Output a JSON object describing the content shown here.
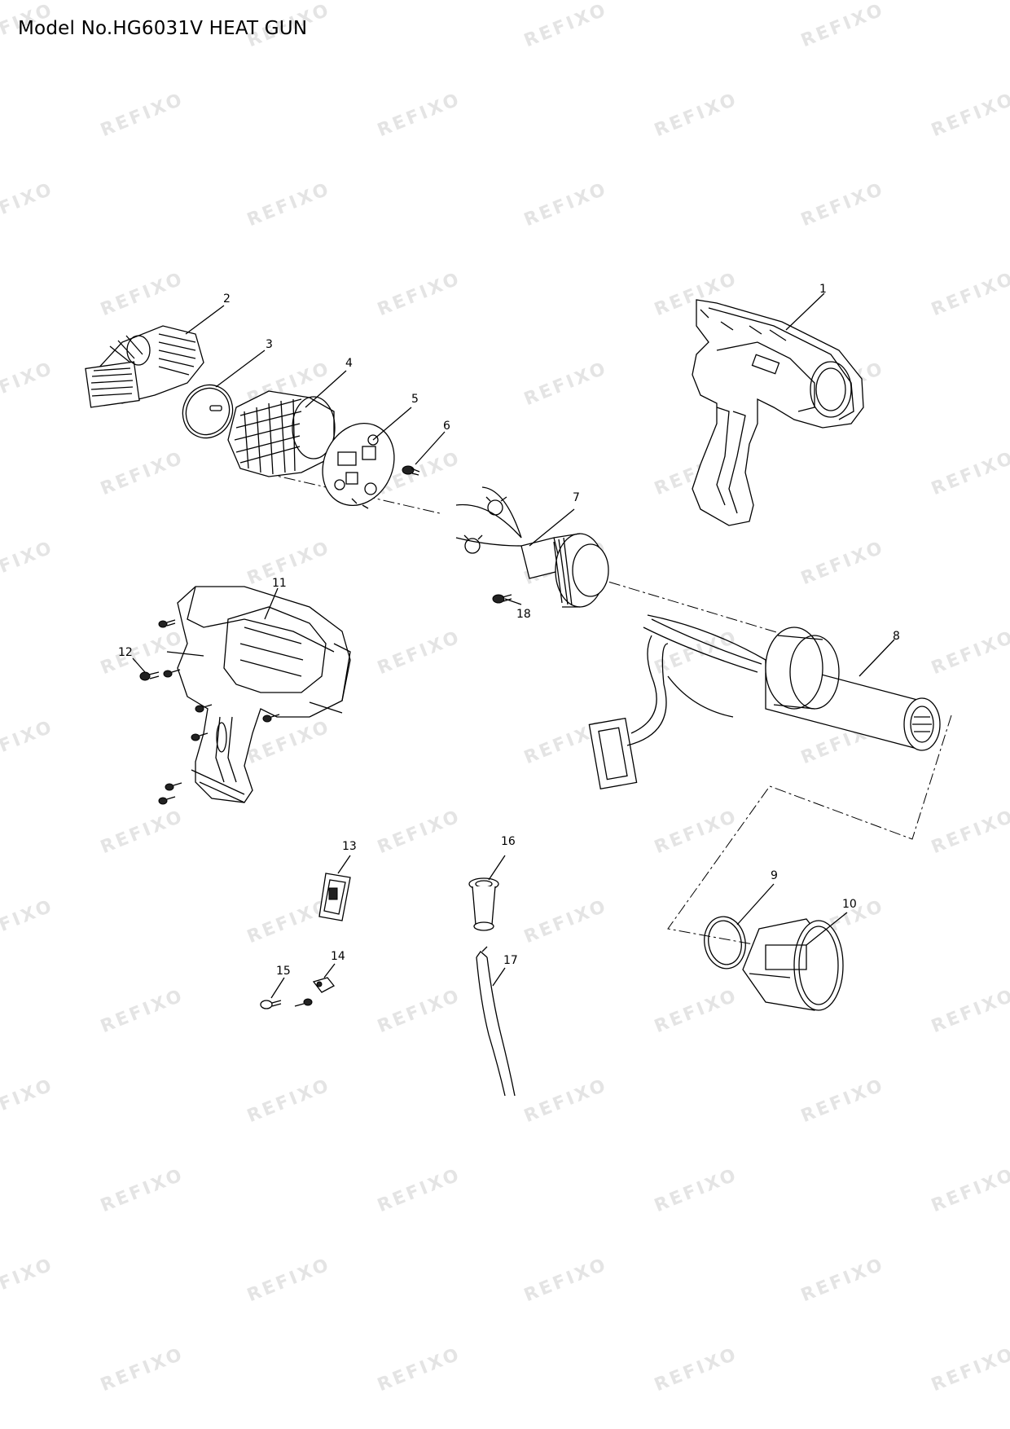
{
  "document": {
    "title": "Model No.HG6031V HEAT GUN"
  },
  "watermark": {
    "text": "REFIXO",
    "color": "#bebebe"
  },
  "parts": [
    {
      "no": "1"
    },
    {
      "no": "2"
    },
    {
      "no": "3"
    },
    {
      "no": "4"
    },
    {
      "no": "5"
    },
    {
      "no": "6"
    },
    {
      "no": "7"
    },
    {
      "no": "8"
    },
    {
      "no": "9"
    },
    {
      "no": "10"
    },
    {
      "no": "11"
    },
    {
      "no": "12"
    },
    {
      "no": "13"
    },
    {
      "no": "14"
    },
    {
      "no": "15"
    },
    {
      "no": "16"
    },
    {
      "no": "17"
    },
    {
      "no": "18"
    }
  ]
}
